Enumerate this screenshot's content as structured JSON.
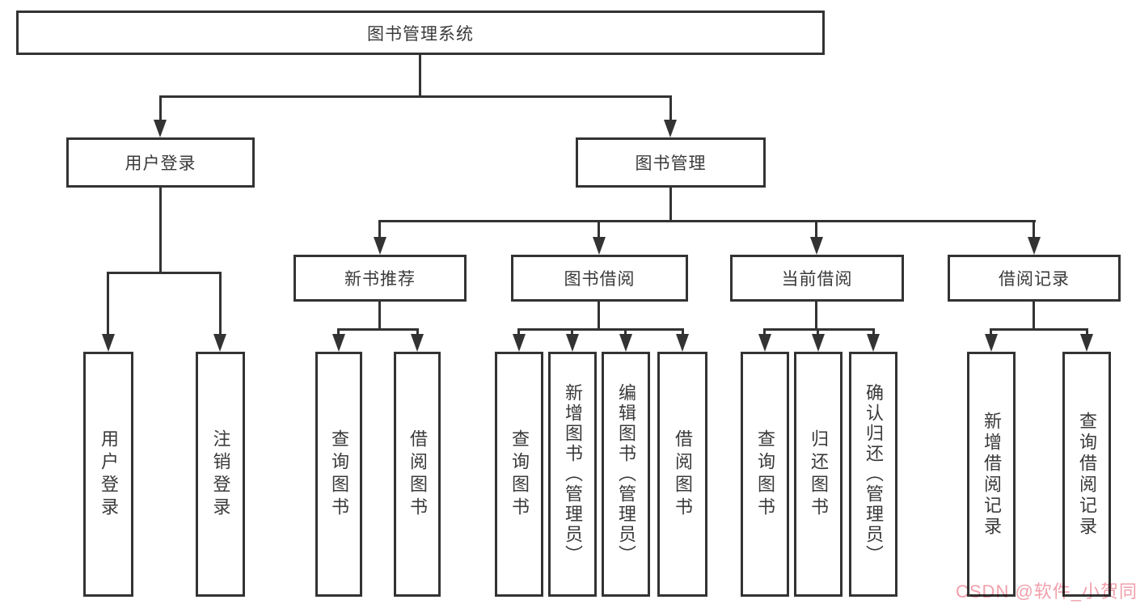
{
  "diagram": {
    "title": "图书管理系统",
    "level2": {
      "user_login": "用户登录",
      "book_mgmt": "图书管理"
    },
    "level3": {
      "new_book": "新书推荐",
      "book_borrow": "图书借阅",
      "current_borrow": "当前借阅",
      "borrow_records": "借阅记录"
    },
    "leaves": {
      "user_login": [
        "用户登录",
        "注销登录"
      ],
      "new_book": [
        "查询图书",
        "借阅图书"
      ],
      "book_borrow": [
        "查询图书",
        "新增图书（管理员）",
        "编辑图书（管理员）",
        "借阅图书"
      ],
      "current_borrow": [
        "查询图书",
        "归还图书",
        "确认归还（管理员）"
      ],
      "borrow_records": [
        "新增借阅记录",
        "查询借阅记录"
      ]
    }
  },
  "watermark": {
    "text": "CSDN @软件_小贺同学",
    "color": "#f0a0ab"
  },
  "colors": {
    "line": "#333333",
    "border": "#333333",
    "text": "#3a3a3a",
    "background": "#ffffff"
  }
}
